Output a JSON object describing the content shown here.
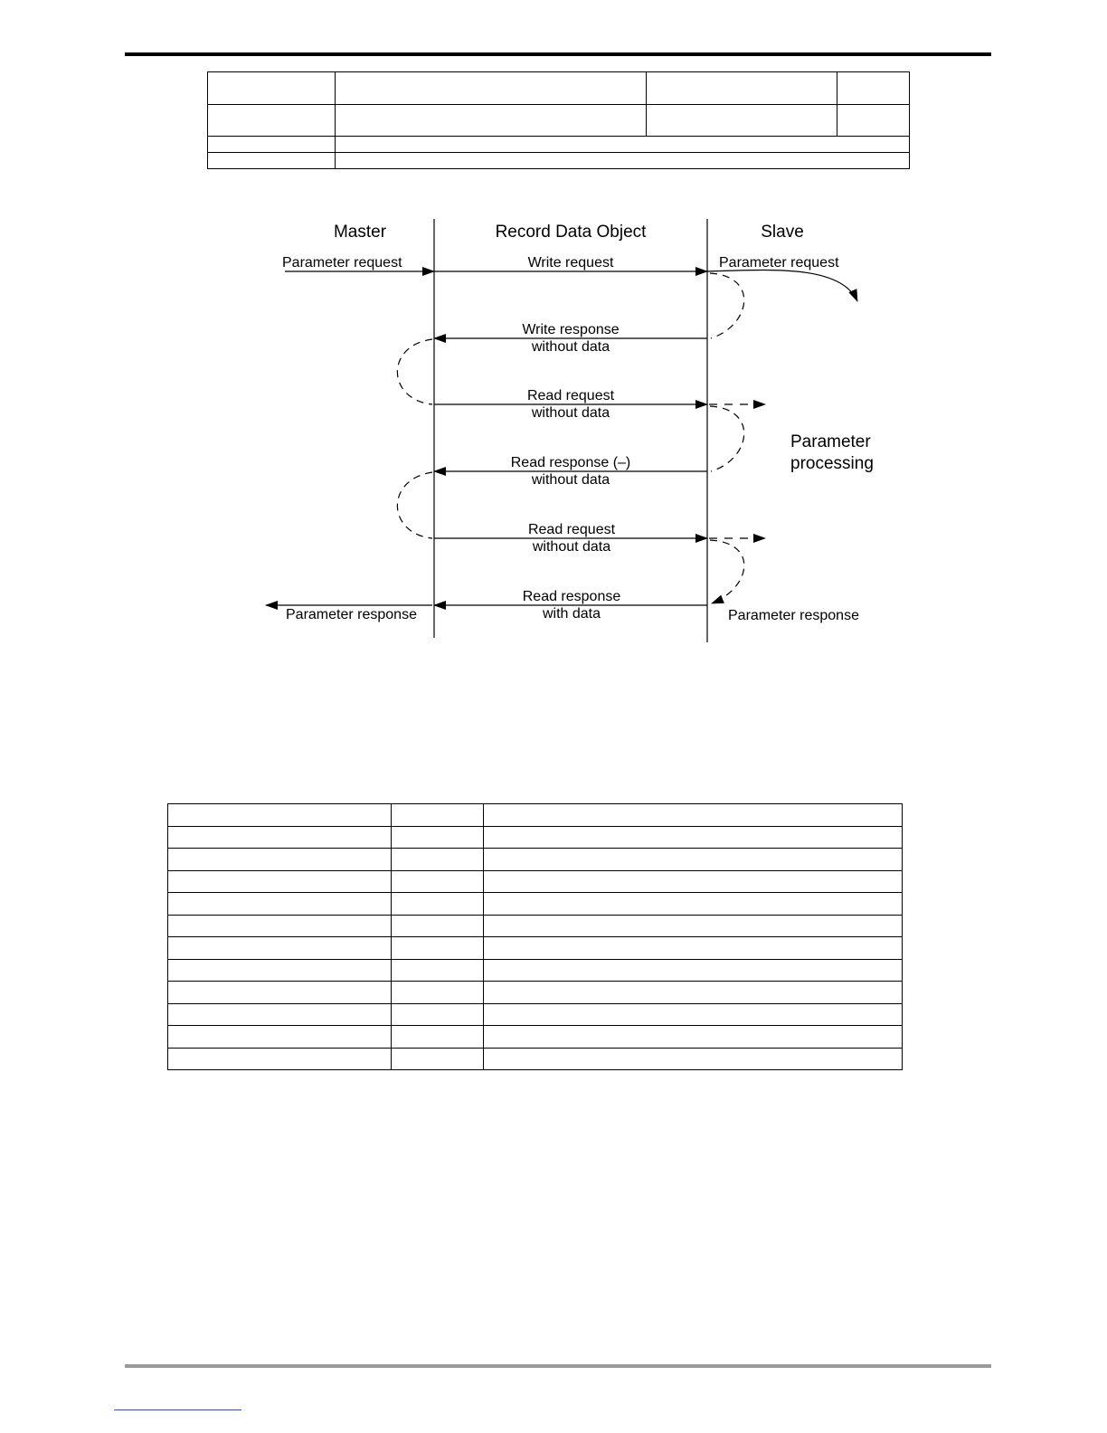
{
  "diagram": {
    "lanes": {
      "master": "Master",
      "record_data_object": "Record Data Object",
      "slave": "Slave"
    },
    "messages": [
      {
        "id": "write-request",
        "lines": [
          "Write request"
        ]
      },
      {
        "id": "write-response",
        "lines": [
          "Write response",
          "without data"
        ]
      },
      {
        "id": "read-request-1",
        "lines": [
          "Read request",
          "without data"
        ]
      },
      {
        "id": "read-response-negative",
        "lines": [
          "Read response (–)",
          "without data"
        ]
      },
      {
        "id": "read-request-2",
        "lines": [
          "Read request",
          "without data"
        ]
      },
      {
        "id": "read-response-data",
        "lines": [
          "Read response",
          "with data"
        ]
      }
    ],
    "master_parameter_request": "Parameter request",
    "slave_parameter_request": "Parameter request",
    "master_parameter_response": "Parameter response",
    "slave_parameter_response": "Parameter response",
    "processing": [
      "Parameter",
      "processing"
    ]
  }
}
